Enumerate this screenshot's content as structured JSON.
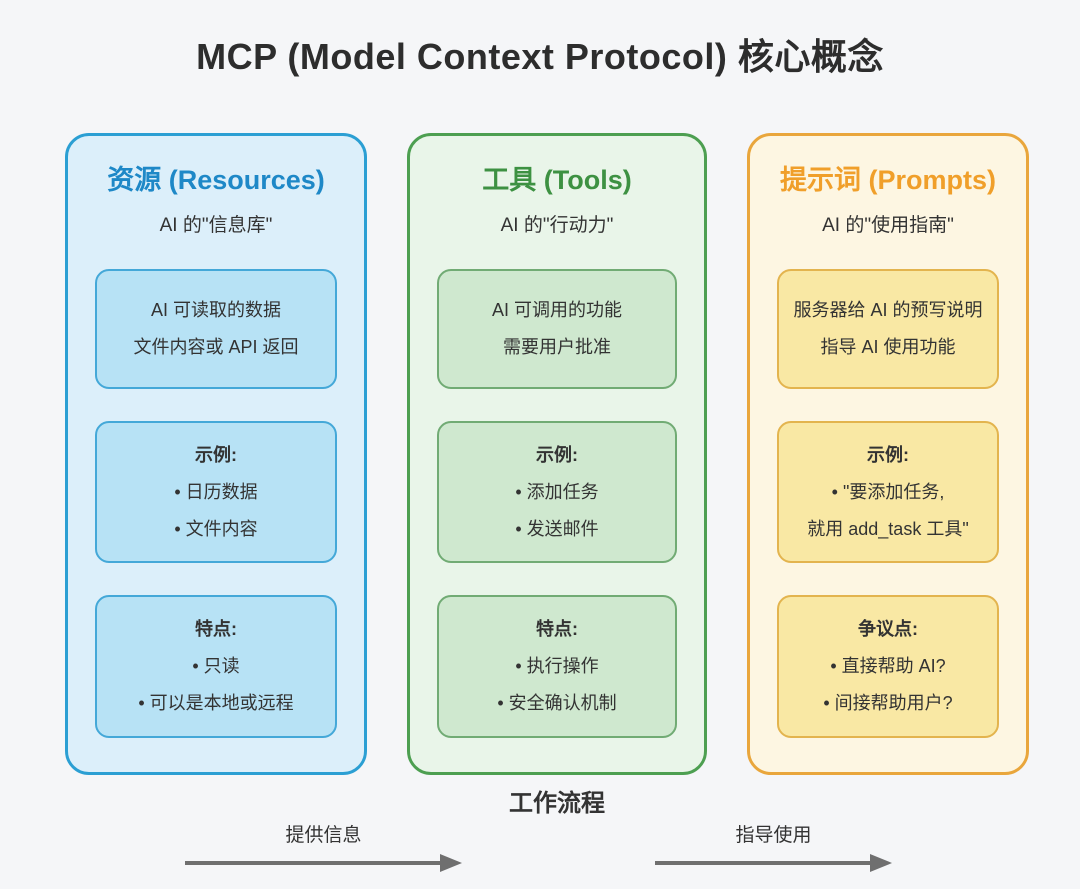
{
  "title": "MCP (Model Context Protocol) 核心概念",
  "colors": {
    "background": "#f5f6f8",
    "text": "#333333",
    "arrow": "#6f6f6f",
    "resources": {
      "accent": "#1e88c7",
      "panel_fill": "#dceffa",
      "panel_border": "#2b9fd3",
      "card_fill": "#b7e2f5",
      "card_border": "#44a8d8"
    },
    "tools": {
      "accent": "#3d9142",
      "panel_fill": "#e9f5e9",
      "panel_border": "#4d9f51",
      "card_fill": "#cfe8cf",
      "card_border": "#71ab74"
    },
    "prompts": {
      "accent": "#f09f2a",
      "panel_fill": "#fdf6e2",
      "panel_border": "#e9a63c",
      "card_fill": "#f9e8a4",
      "card_border": "#e3b44e"
    }
  },
  "columns": [
    {
      "title": "资源 (Resources)",
      "subtitle": "AI 的\"信息库\"",
      "boxes": [
        {
          "lines": [
            "AI 可读取的数据",
            "文件内容或 API 返回"
          ]
        },
        {
          "heading": "示例:",
          "lines": [
            "• 日历数据",
            "• 文件内容"
          ]
        },
        {
          "heading": "特点:",
          "lines": [
            "• 只读",
            "• 可以是本地或远程"
          ]
        }
      ]
    },
    {
      "title": "工具 (Tools)",
      "subtitle": "AI 的\"行动力\"",
      "boxes": [
        {
          "lines": [
            "AI 可调用的功能",
            "需要用户批准"
          ]
        },
        {
          "heading": "示例:",
          "lines": [
            "• 添加任务",
            "• 发送邮件"
          ]
        },
        {
          "heading": "特点:",
          "lines": [
            "• 执行操作",
            "• 安全确认机制"
          ]
        }
      ]
    },
    {
      "title": "提示词 (Prompts)",
      "subtitle": "AI 的\"使用指南\"",
      "boxes": [
        {
          "lines": [
            "服务器给 AI 的预写说明",
            "指导 AI 使用功能"
          ]
        },
        {
          "heading": "示例:",
          "lines": [
            "• \"要添加任务,",
            "就用 add_task 工具\""
          ]
        },
        {
          "heading": "争议点:",
          "lines": [
            "• 直接帮助 AI?",
            "• 间接帮助用户?"
          ]
        }
      ]
    }
  ],
  "workflow": {
    "title": "工作流程",
    "arrows": [
      {
        "label": "提供信息"
      },
      {
        "label": "指导使用"
      }
    ]
  }
}
